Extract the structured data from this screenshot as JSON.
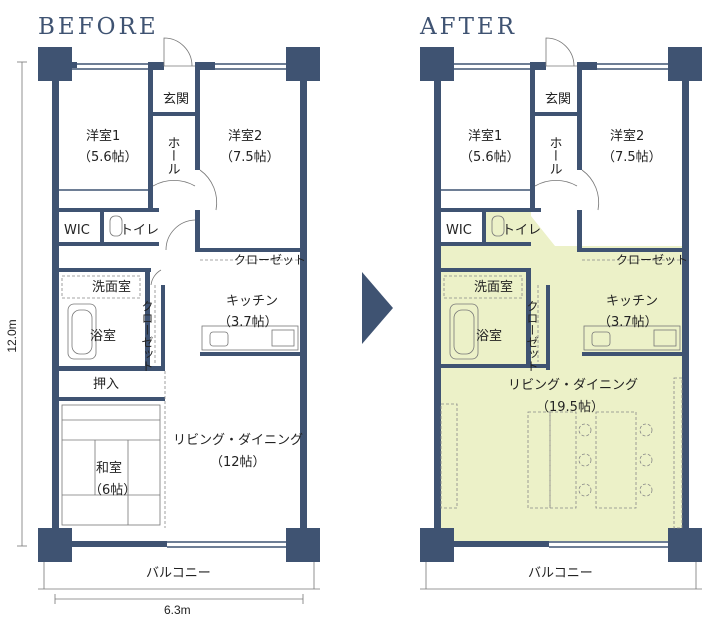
{
  "before": {
    "title": "BEFORE",
    "rooms": {
      "western1": "洋室1",
      "western1_size": "（5.6帖）",
      "western2": "洋室2",
      "western2_size": "（7.5帖）",
      "entrance": "玄関",
      "hall": "ホール",
      "wic": "WIC",
      "toilet": "トイレ",
      "closet": "クローゼット",
      "washroom": "洗面室",
      "kitchen": "キッチン",
      "kitchen_size": "（3.7帖）",
      "bath": "浴室",
      "closet_v": "クローゼット",
      "storage": "押入",
      "living": "リビング・ダイニング",
      "living_size": "（12帖）",
      "japanese": "和室",
      "japanese_size": "（6帖）",
      "balcony": "バルコニー"
    },
    "dimension_height": "12.0m",
    "dimension_width": "6.3m"
  },
  "after": {
    "title": "AFTER",
    "rooms": {
      "western1": "洋室1",
      "western1_size": "（5.6帖）",
      "western2": "洋室2",
      "western2_size": "（7.5帖）",
      "entrance": "玄関",
      "hall": "ホール",
      "wic": "WIC",
      "toilet": "トイレ",
      "closet": "クローゼット",
      "washroom": "洗面室",
      "kitchen": "キッチン",
      "kitchen_size": "（3.7帖）",
      "bath": "浴室",
      "closet_v": "クローゼット",
      "living": "リビング・ダイニング",
      "living_size": "（19.5帖）",
      "balcony": "バルコニー"
    }
  },
  "colors": {
    "wall": "#3f5372",
    "highlight": "#ecf1c8",
    "arrow": "#3f5372"
  }
}
